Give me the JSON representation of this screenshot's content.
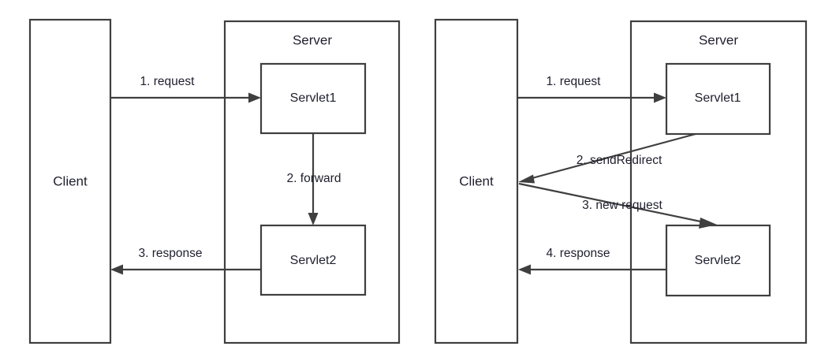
{
  "page": {
    "title": "Servlet forward vs sendRedirect comparison diagram",
    "background_color": "#ffffff",
    "stroke_color": "#3f3f3f",
    "text_color": "#1f1f2e"
  },
  "diagrams": [
    {
      "id": "forward",
      "client": {
        "label": "Client"
      },
      "server": {
        "label": "Server"
      },
      "nodes": [
        {
          "id": "servlet1",
          "label": "Servlet1"
        },
        {
          "id": "servlet2",
          "label": "Servlet2"
        }
      ],
      "edges": [
        {
          "id": "e1",
          "label": "1. request",
          "from": "client",
          "to": "servlet1",
          "direction": "right"
        },
        {
          "id": "e2",
          "label": "2. forward",
          "from": "servlet1",
          "to": "servlet2",
          "direction": "down"
        },
        {
          "id": "e3",
          "label": "3. response",
          "from": "servlet2",
          "to": "client",
          "direction": "left"
        }
      ]
    },
    {
      "id": "sendRedirect",
      "client": {
        "label": "Client"
      },
      "server": {
        "label": "Server"
      },
      "nodes": [
        {
          "id": "servlet1",
          "label": "Servlet1"
        },
        {
          "id": "servlet2",
          "label": "Servlet2"
        }
      ],
      "edges": [
        {
          "id": "e1",
          "label": "1. request",
          "from": "client",
          "to": "servlet1",
          "direction": "right"
        },
        {
          "id": "e2",
          "label": "2. sendRedirect",
          "from": "servlet1",
          "to": "client",
          "direction": "left-diagonal"
        },
        {
          "id": "e3",
          "label": "3. new request",
          "from": "client",
          "to": "servlet2",
          "direction": "right-diagonal"
        },
        {
          "id": "e4",
          "label": "4. response",
          "from": "servlet2",
          "to": "client",
          "direction": "left"
        }
      ]
    }
  ]
}
